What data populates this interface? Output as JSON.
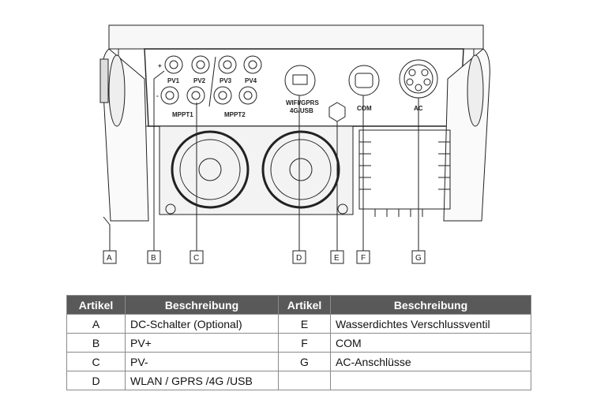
{
  "drawing": {
    "labels": {
      "plus": "+",
      "minus": "-",
      "pv1": "PV1",
      "pv2": "PV2",
      "pv3": "PV3",
      "pv4": "PV4",
      "mppt1": "MPPT1",
      "mppt2": "MPPT2",
      "wifi_line1": "WIFI/GPRS",
      "wifi_line2": "4G/USB",
      "com": "COM",
      "ac": "AC"
    },
    "callouts": [
      "A",
      "B",
      "C",
      "D",
      "E",
      "F",
      "G"
    ]
  },
  "table": {
    "headers": [
      "Artikel",
      "Beschreibung",
      "Artikel",
      "Beschreibung"
    ],
    "rows": [
      {
        "item1": "A",
        "desc1": "DC-Schalter (Optional)",
        "item2": "E",
        "desc2": "Wasserdichtes Verschlussventil"
      },
      {
        "item1": "B",
        "desc1": "PV+",
        "item2": "F",
        "desc2": "COM"
      },
      {
        "item1": "C",
        "desc1": "PV-",
        "item2": "G",
        "desc2": "AC-Anschlüsse"
      },
      {
        "item1": "D",
        "desc1": "WLAN / GPRS /4G /USB",
        "item2": "",
        "desc2": ""
      }
    ]
  }
}
